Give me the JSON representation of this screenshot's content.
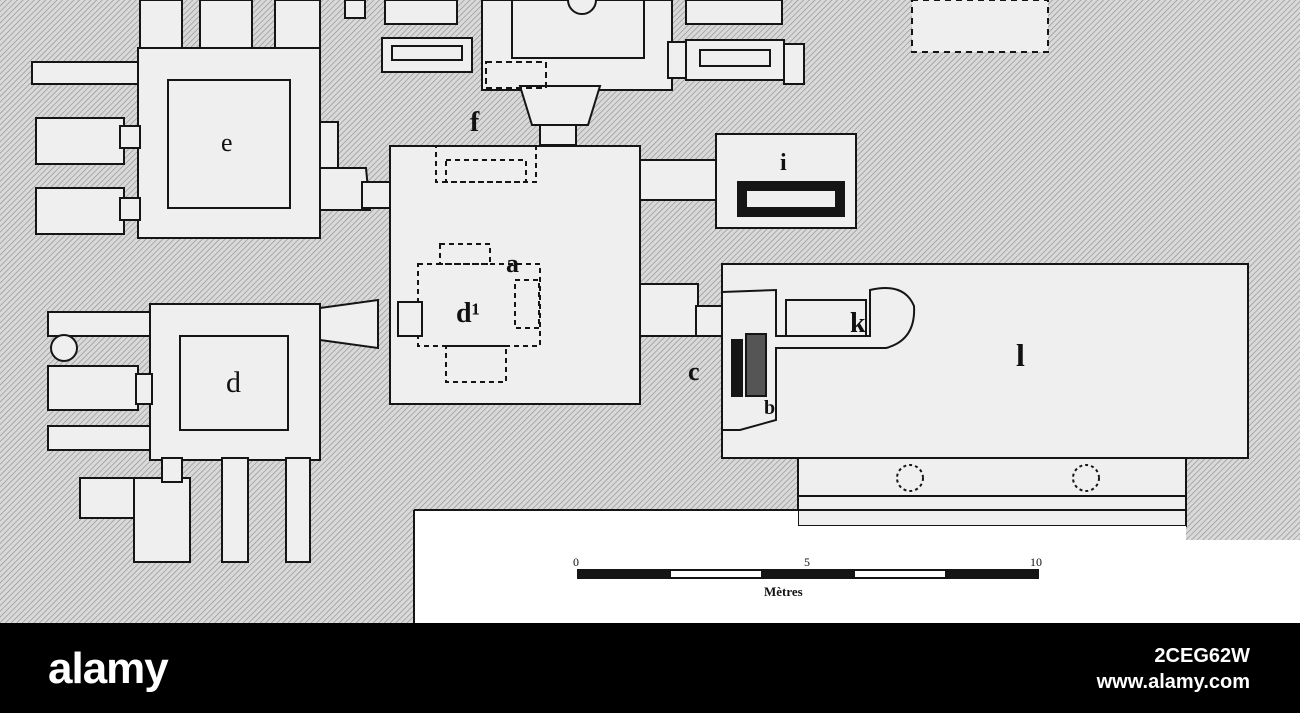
{
  "plan": {
    "labels": {
      "e": "e",
      "f": "f",
      "i": "i",
      "a": "a",
      "d1": "d¹",
      "d": "d",
      "k": "k",
      "l": "l",
      "c": "c",
      "b": "b"
    },
    "scale": {
      "ticks": [
        "0",
        "5",
        "10"
      ],
      "unit": "Mètres"
    }
  },
  "footer": {
    "brand": "alamy",
    "image_id": "2CEG62W",
    "site": "www.alamy.com"
  },
  "colors": {
    "hatch_bg": "#d7d7d7",
    "room_fill": "#efefef",
    "ink": "#151515",
    "footer_bg": "#000000",
    "footer_text": "#ffffff"
  }
}
